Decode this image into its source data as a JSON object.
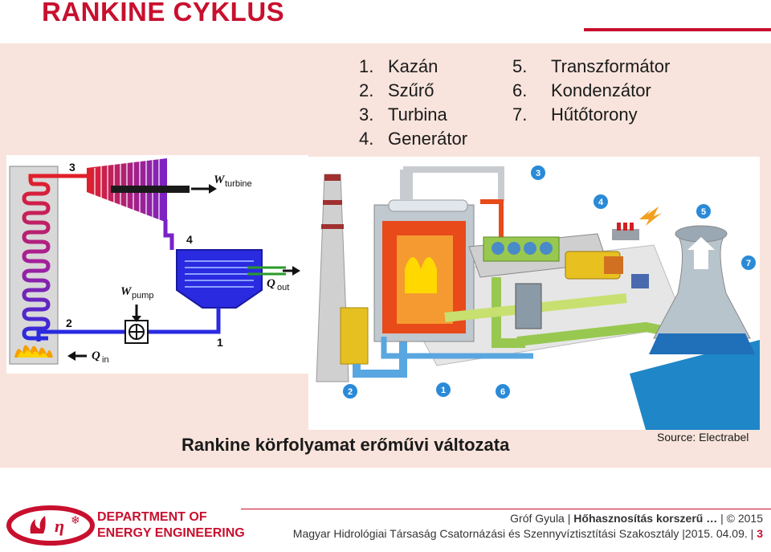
{
  "slide": {
    "title": "RANKINE CYKLUS",
    "accent_color": "#c8102e",
    "legend_left": [
      {
        "num": "1.",
        "label": "Kazán"
      },
      {
        "num": "2.",
        "label": "Szűrő"
      },
      {
        "num": "3.",
        "label": "Turbina"
      },
      {
        "num": "4.",
        "label": "Generátor"
      }
    ],
    "legend_right": [
      {
        "num": "5.",
        "label": "Transzformátor"
      },
      {
        "num": "6.",
        "label": "Kondenzátor"
      },
      {
        "num": "7.",
        "label": "Hűtőtorony"
      }
    ],
    "cycle_labels": {
      "p1": "1",
      "p2": "2",
      "p3": "3",
      "p4": "4",
      "w_turbine": "W",
      "w_turbine_sub": "turbine",
      "w_pump": "W",
      "w_pump_sub": "pump",
      "q_out": "Q",
      "q_out_sub": "out",
      "q_in": "Q",
      "q_in_sub": "in"
    },
    "plant_markers": [
      "1",
      "2",
      "3",
      "4",
      "5",
      "6",
      "7"
    ],
    "caption": "Rankine körfolyamat erőművi változata",
    "source": "Source: Electrabel"
  },
  "footer": {
    "dept_line1": "DEPARTMENT  OF",
    "dept_line2": "ENERGY ENGINEERING",
    "author": "Gróf Gyula",
    "topic": "Hőhasznosítás korszerű …",
    "year": "© 2015",
    "org": "Magyar Hidrológiai Társaság Csatornázási és Szennyvíztisztítási Szakosztály",
    "date": "2015. 04.09.",
    "page": "3"
  }
}
